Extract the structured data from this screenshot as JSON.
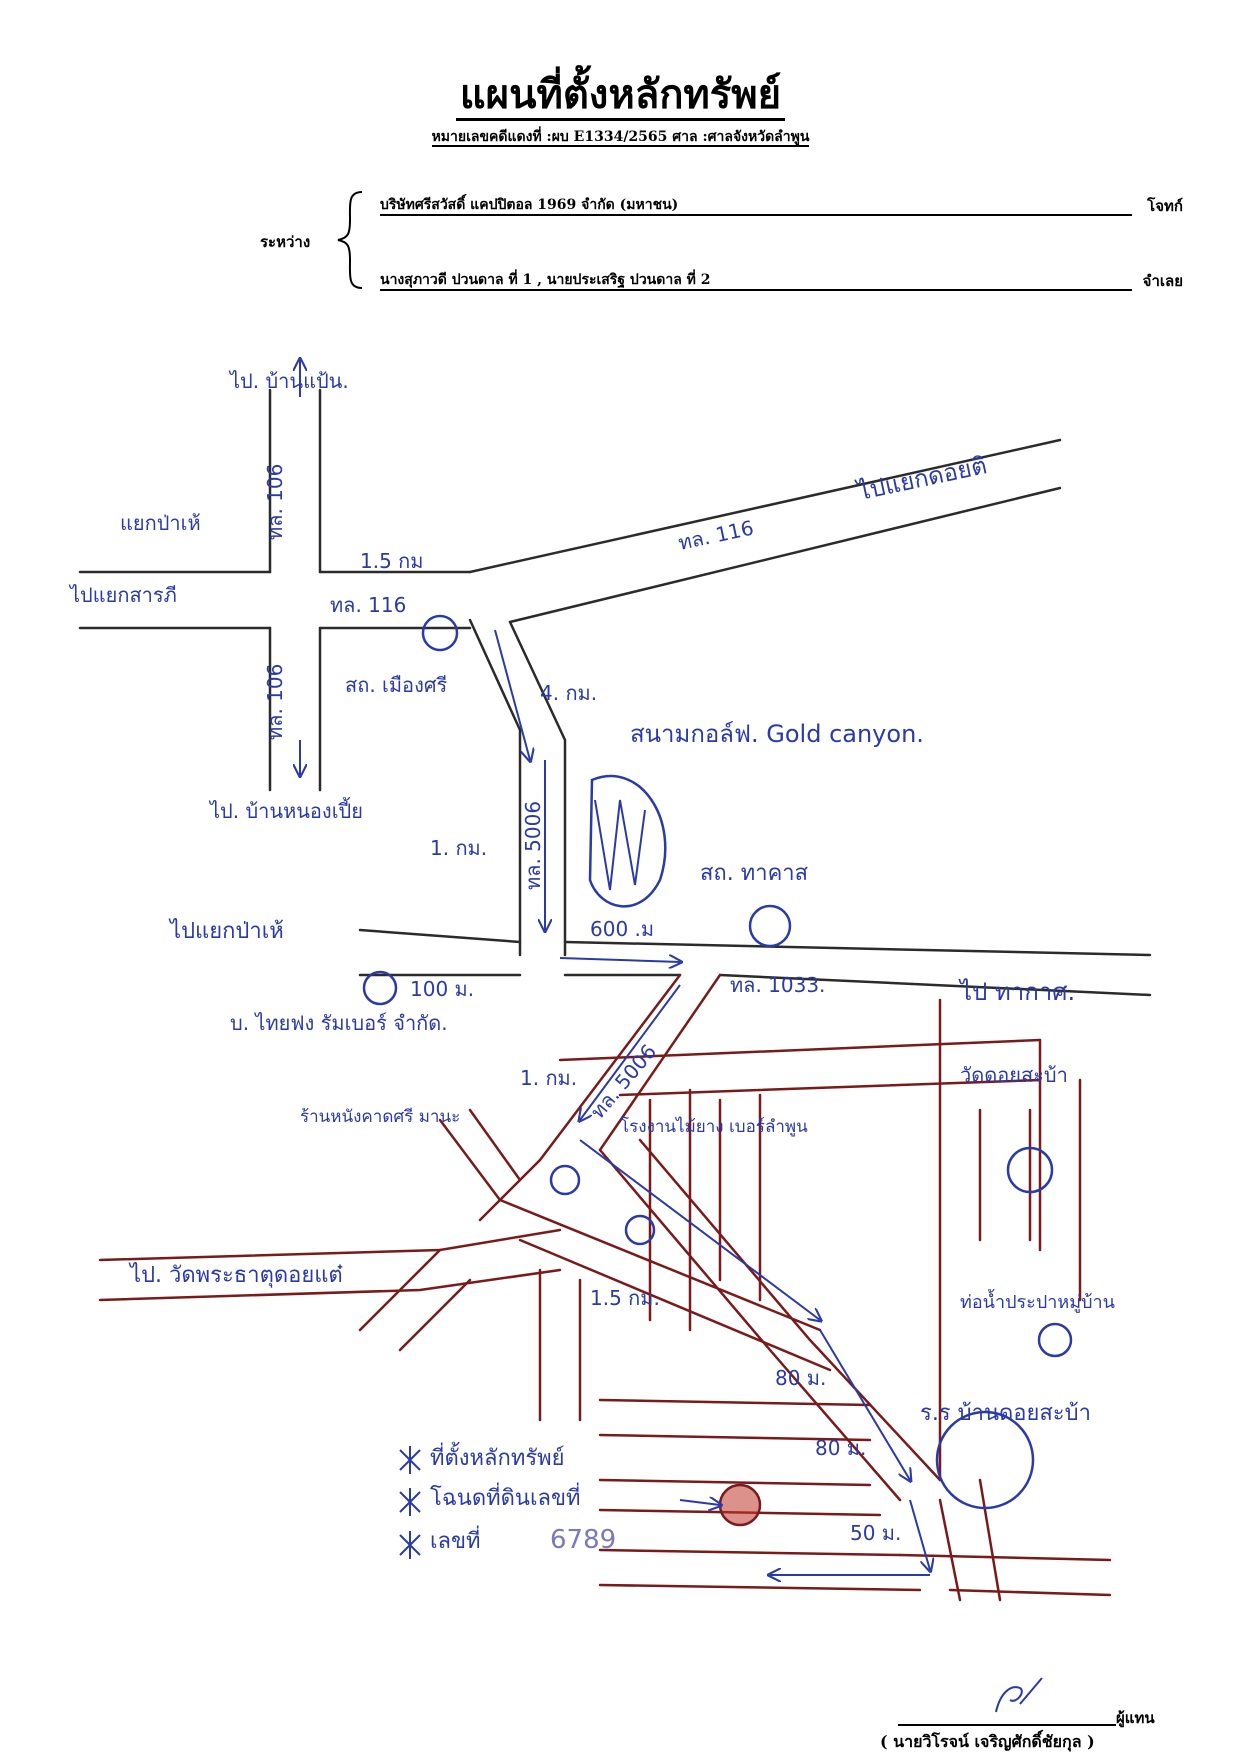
{
  "document": {
    "title": "แผนที่ตั้งหลักทรัพย์",
    "subtitle": "หมายเลขคดีแดงที่ :ผบ E1334/2565   ศาล :ศาลจังหวัดลำพูน",
    "between_label": "ระหว่าง",
    "plaintiff": {
      "name": "บริษัทศรีสวัสดิ์ แคปปิตอล 1969 จำกัด (มหาชน)",
      "role": "โจทก์"
    },
    "defendant": {
      "name": "นางสุภาวดี ปวนดาล ที่ 1 , นายประเสริฐ ปวนดาล ที่ 2",
      "role": "จำเลย"
    }
  },
  "map": {
    "ink_color": "#2a3aa8",
    "road_color": "#7a1a1a",
    "target_color": "#c0392b",
    "labels": {
      "to_ban_maen": "ไป. บ้านแป้น.",
      "hwy106_north": "ทล. 106",
      "junction_pa_hew": "แยกป่าเห้",
      "to_sarapee": "ไปแยกสารภี",
      "dist_1_5": "1.5 กม",
      "hwy116_west": "ทล. 116",
      "hwy106_south": "ทล. 106",
      "to_ban_nong": "ไป. บ้านหนองเปี้ย",
      "station_1": "สถ. เมืองศรี",
      "hwy116_east": "ทล. 116",
      "to_doi_ti": "ไปแยกดอยติ",
      "dist_4km": "4. กม.",
      "golf": "สนามกอล์ฟ. Gold canyon.",
      "road_rural": "ทล. 5006",
      "dist_1km_a": "1. กม.",
      "station_2": "สถ. ทาคาส",
      "dist_600": "600 .ม",
      "to_pa_hew_2": "ไปแยกป่าเห้",
      "hwy1033": "ทล. 1033.",
      "to_ta_kat": "ไป ทากาศ.",
      "dist_100": "100 ม.",
      "company": "บ. ไทยฟง รัมเบอร์ จำกัด.",
      "dist_1km_b": "1. กม.",
      "road_rural_2": "ทล. 5006",
      "temple_doi": "วัดดอยสะบ้า",
      "shop": "ร้านหนังคาดศรี มานะ",
      "factory": "โรงงานไม้ยาง เบอร์ลำพูน",
      "to_wat_phra": "ไป. วัดพระธาตุดอยแต๋",
      "dist_1_5b": "1.5 กม.",
      "water_pipe": "ท่อน้ำประปาหมู่บ้าน",
      "dist_80_1": "80 ม.",
      "dist_80_2": "80 ม.",
      "school": "ร.ร บ้านดอยสะบ้า",
      "dist_50": "50 ม.",
      "note_1": "ที่ตั้งหลักทรัพย์",
      "note_2": "โฉนดที่ดินเลขที่",
      "note_3": "เลขที่",
      "deed_number": "6789"
    }
  },
  "signature": {
    "role": "ผู้แทน",
    "name": "( นายวิโรจน์ เจริญศักดิ์ชัยกุล )"
  }
}
